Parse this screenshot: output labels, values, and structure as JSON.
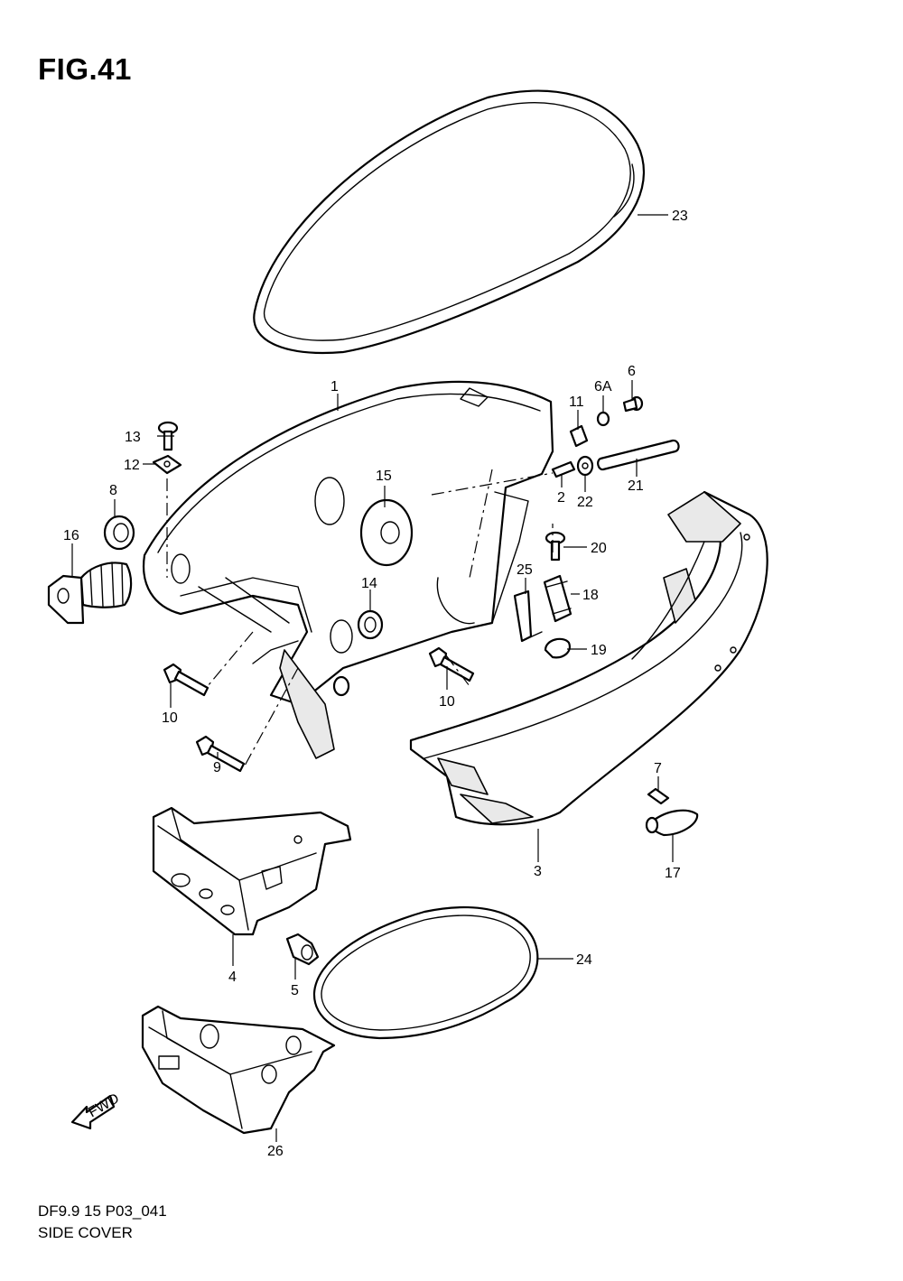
{
  "figure": {
    "title": "FIG.41",
    "code": "DF9.9 15 P03_041",
    "name": "SIDE COVER",
    "fwd_marker": "FWD"
  },
  "callouts": {
    "c1": "1",
    "c2": "2",
    "c3": "3",
    "c4": "4",
    "c5": "5",
    "c6": "6",
    "c6a": "6A",
    "c7": "7",
    "c8": "8",
    "c9": "9",
    "c10a": "10",
    "c10b": "10",
    "c11": "11",
    "c12": "12",
    "c13": "13",
    "c14": "14",
    "c15": "15",
    "c16": "16",
    "c17": "17",
    "c18": "18",
    "c19": "19",
    "c20": "20",
    "c21": "21",
    "c22": "22",
    "c23": "23",
    "c24": "24",
    "c25": "25",
    "c26": "26"
  }
}
